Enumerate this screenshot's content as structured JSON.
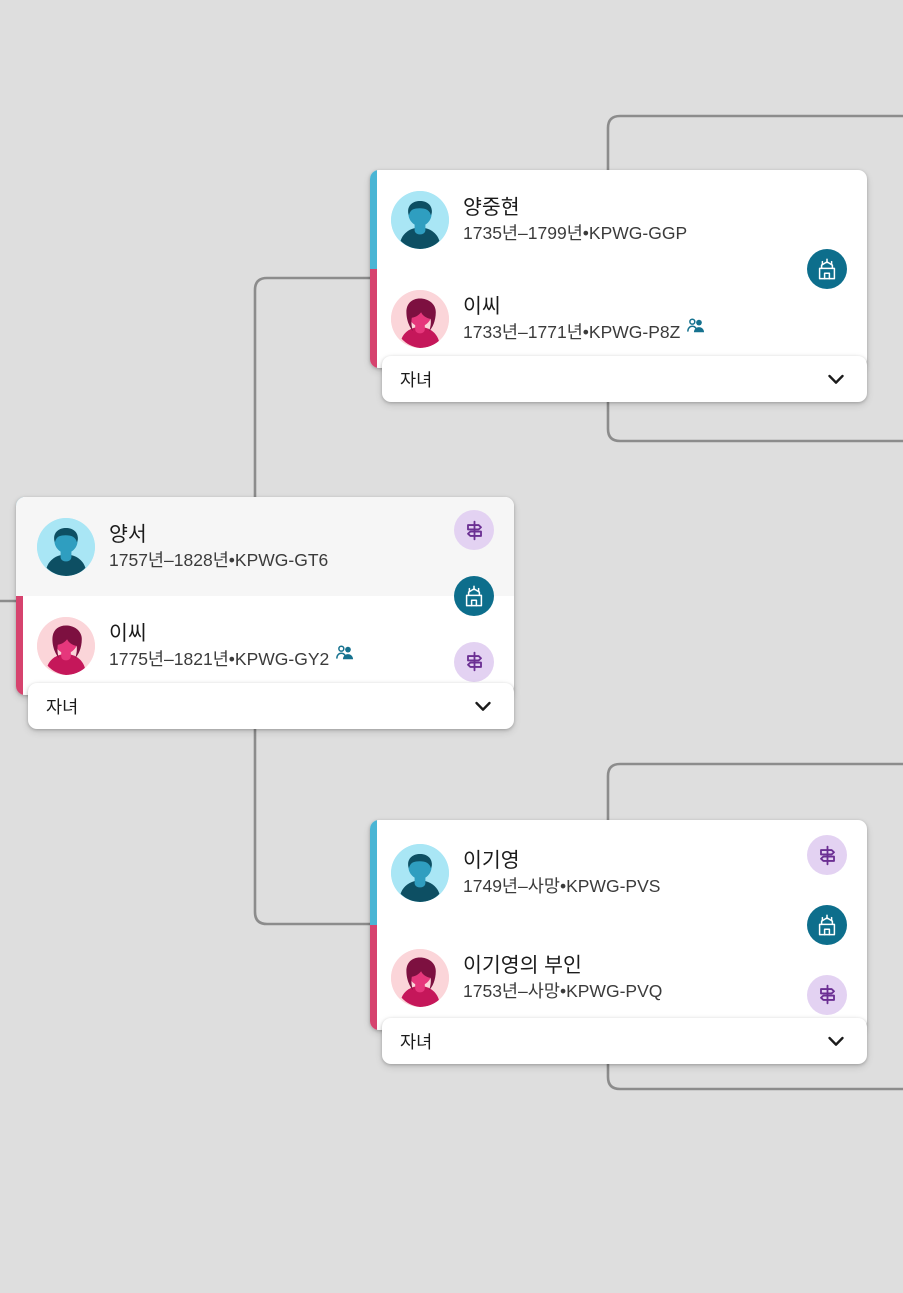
{
  "canvas": {
    "background_color": "#dedede",
    "connector_color": "#8c8c8c"
  },
  "colors": {
    "male_accent": "#4ab5d4",
    "female_accent": "#d6436e",
    "male_avatar_bg": "#a9e6f5",
    "female_avatar_bg": "#fbd5d9",
    "hint_badge_bg": "#e3d2f2",
    "hint_badge_fg": "#6b2f93",
    "temple_badge_bg": "#0d6e8c",
    "temple_badge_fg": "#ffffff",
    "couple_icon_color": "#16728f",
    "selected_row_bg": "#f6f6f6"
  },
  "couples": [
    {
      "id": "couple-top",
      "selected": false,
      "husband": {
        "name": "양중현",
        "details": "1735년–1799년•KPWG-GGP",
        "gender": "male",
        "avatar_icon": "male-avatar-icon",
        "badge": "none",
        "has_couple_icon": false
      },
      "wife": {
        "name": "이씨",
        "details": "1733년–1771년•KPWG-P8Z",
        "gender": "female",
        "avatar_icon": "female-avatar-icon",
        "badge": "none",
        "has_couple_icon": true,
        "couple_icon": "couple-icon"
      },
      "relationship_badge": {
        "type": "temple",
        "icon": "temple-icon"
      },
      "children_bar": {
        "label": "자녀",
        "chevron_icon": "chevron-down-icon"
      }
    },
    {
      "id": "couple-center",
      "selected": true,
      "husband": {
        "name": "양서",
        "details": "1757년–1828년•KPWG-GT6",
        "gender": "male",
        "avatar_icon": "male-avatar-icon",
        "badge": "hint",
        "badge_icon": "record-hint-icon",
        "has_couple_icon": false
      },
      "wife": {
        "name": "이씨",
        "details": "1775년–1821년•KPWG-GY2",
        "gender": "female",
        "avatar_icon": "female-avatar-icon",
        "badge": "hint",
        "badge_icon": "record-hint-icon",
        "has_couple_icon": true,
        "couple_icon": "couple-icon"
      },
      "relationship_badge": {
        "type": "temple",
        "icon": "temple-icon"
      },
      "children_bar": {
        "label": "자녀",
        "chevron_icon": "chevron-down-icon"
      }
    },
    {
      "id": "couple-bottom",
      "selected": false,
      "husband": {
        "name": "이기영",
        "details": "1749년–사망•KPWG-PVS",
        "gender": "male",
        "avatar_icon": "male-avatar-icon",
        "badge": "hint",
        "badge_icon": "record-hint-icon",
        "has_couple_icon": false
      },
      "wife": {
        "name": "이기영의 부인",
        "details": "1753년–사망•KPWG-PVQ",
        "gender": "female",
        "avatar_icon": "female-avatar-icon",
        "badge": "hint",
        "badge_icon": "record-hint-icon",
        "has_couple_icon": false
      },
      "relationship_badge": {
        "type": "temple",
        "icon": "temple-icon"
      },
      "children_bar": {
        "label": "자녀",
        "chevron_icon": "chevron-down-icon"
      }
    }
  ]
}
